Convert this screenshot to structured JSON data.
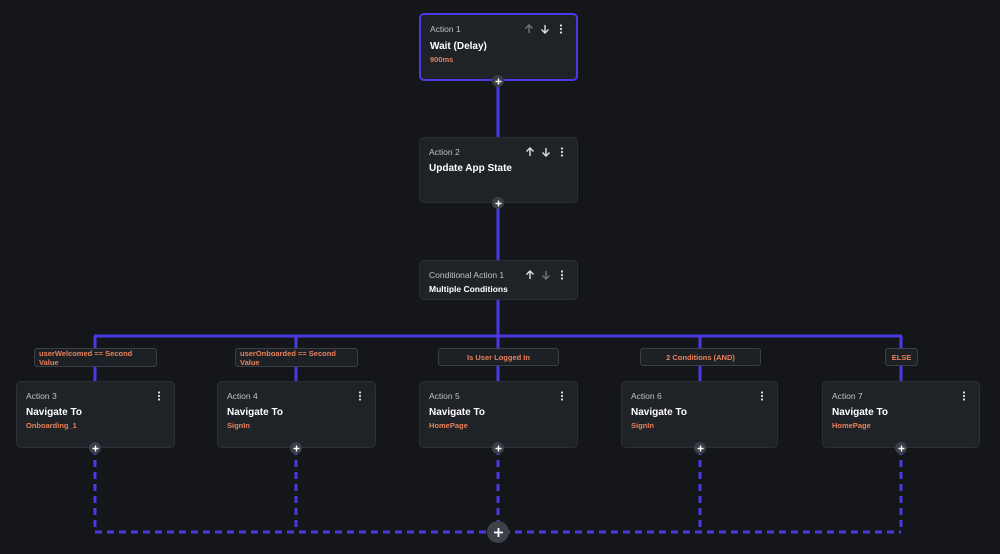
{
  "actions": [
    {
      "kicker": "Action 1",
      "title": "Wait (Delay)",
      "sub": "900ms"
    },
    {
      "kicker": "Action 2",
      "title": "Update App State",
      "sub": ""
    },
    {
      "kicker": "Conditional Action 1",
      "title": "Multiple Conditions",
      "sub": ""
    },
    {
      "kicker": "Action 3",
      "title": "Navigate To",
      "sub": "Onboarding_1"
    },
    {
      "kicker": "Action 4",
      "title": "Navigate To",
      "sub": "SignIn"
    },
    {
      "kicker": "Action 5",
      "title": "Navigate To",
      "sub": "HomePage"
    },
    {
      "kicker": "Action 6",
      "title": "Navigate To",
      "sub": "SignIn"
    },
    {
      "kicker": "Action 7",
      "title": "Navigate To",
      "sub": "HomePage"
    }
  ],
  "conditions": [
    {
      "line1": "userWelcomed  ==  Second",
      "line2": "Value"
    },
    {
      "line1": "userOnboarded  ==  Second",
      "line2": "Value"
    },
    {
      "line1": "Is User Logged In",
      "line2": ""
    },
    {
      "line1": "2 Conditions (AND)",
      "line2": ""
    },
    {
      "line1": "ELSE",
      "line2": ""
    }
  ],
  "colors": {
    "accent": "#4a3ae6",
    "param": "#e8825a",
    "card": "#1f2227",
    "background": "#14161a"
  },
  "icons": {
    "move_up": "arrow-up-icon",
    "move_down": "arrow-down-icon",
    "menu": "more-vertical-icon",
    "add": "plus-icon"
  }
}
